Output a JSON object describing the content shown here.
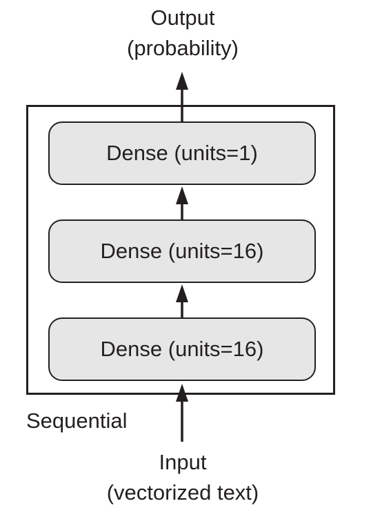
{
  "output": {
    "line1": "Output",
    "line2": "(probability)"
  },
  "input": {
    "line1": "Input",
    "line2": "(vectorized text)"
  },
  "container": {
    "label": "Sequential"
  },
  "layers": [
    {
      "label": "Dense (units=1)"
    },
    {
      "label": "Dense (units=16)"
    },
    {
      "label": "Dense (units=16)"
    }
  ],
  "colors": {
    "stroke": "#231f20",
    "layer_fill": "#e6e6e6",
    "background": "#ffffff"
  }
}
